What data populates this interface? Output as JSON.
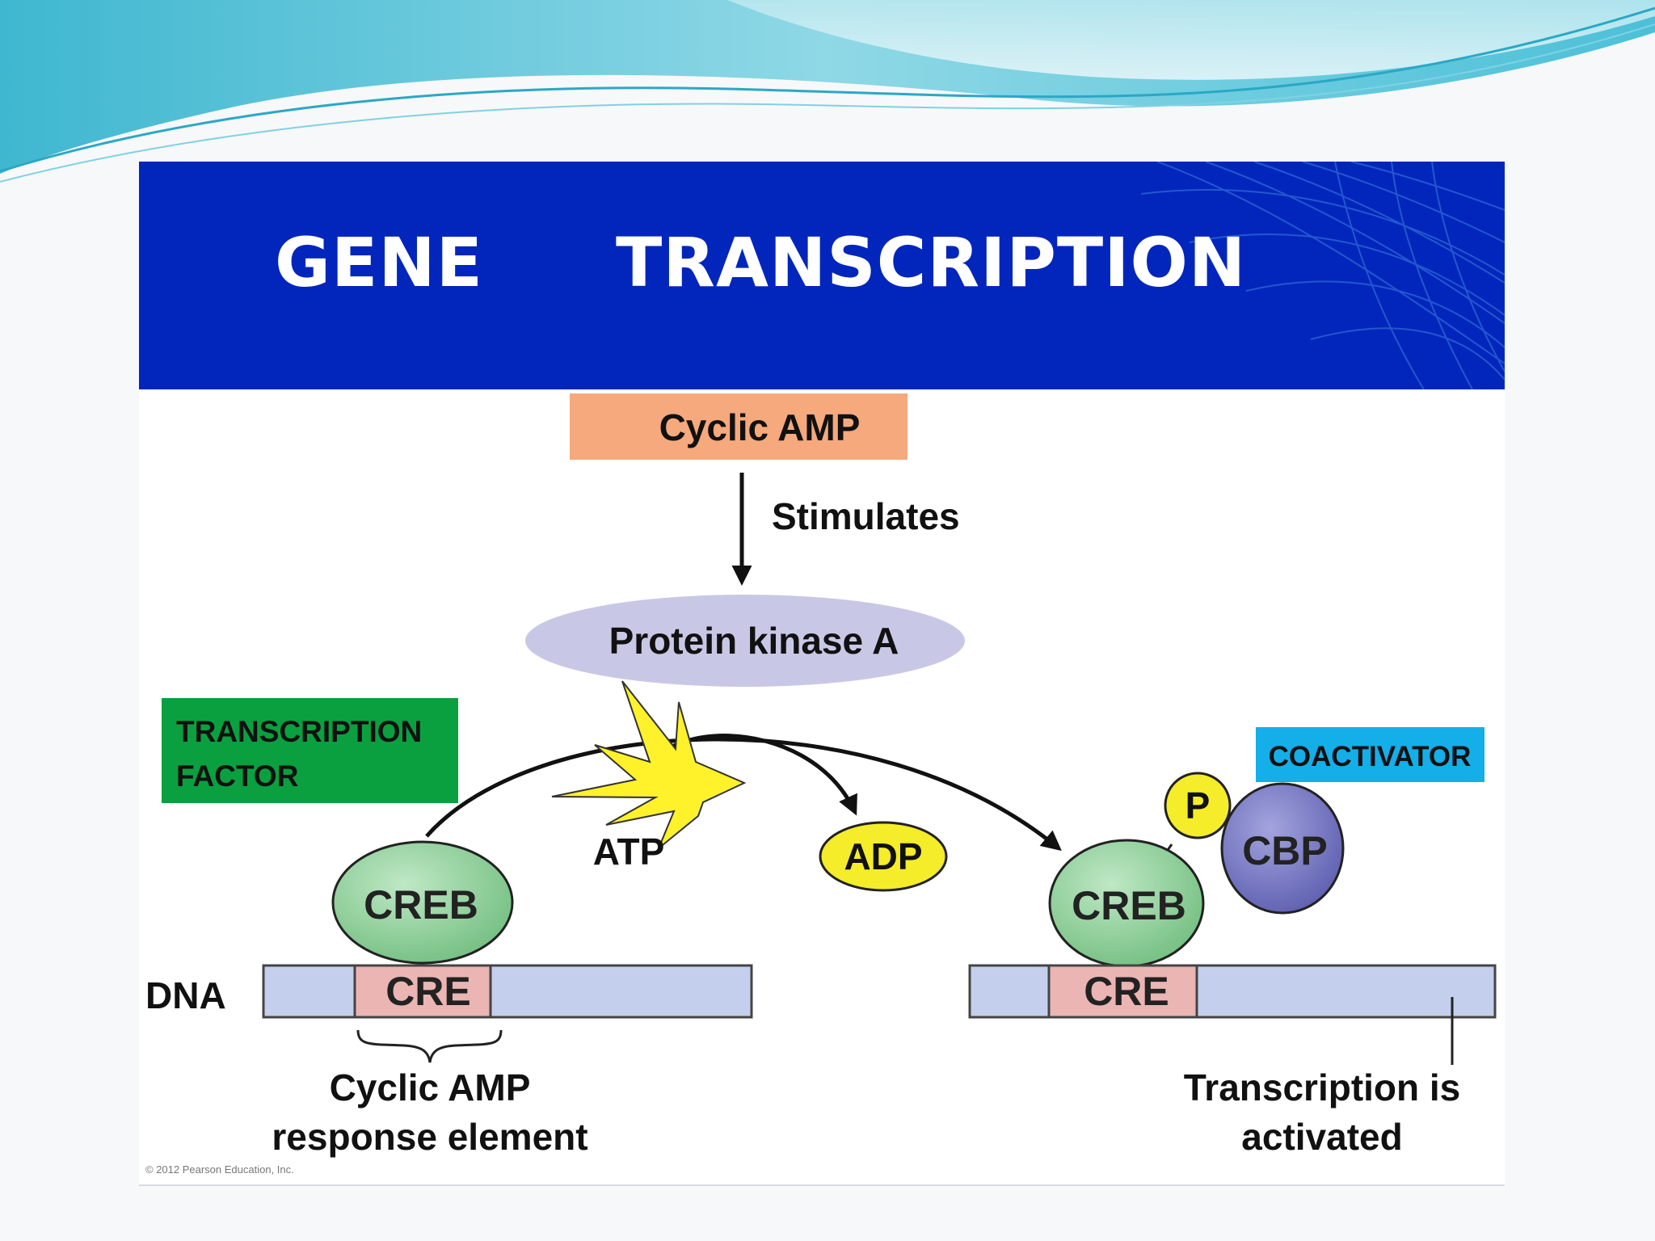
{
  "slide": {
    "title_word_1": "GENE",
    "title_word_2": "TRANSCRIPTION",
    "colors": {
      "banner": "#0226bc",
      "wave": "#5ec8dc"
    }
  },
  "diagram": {
    "cyclic_amp": "Cyclic AMP",
    "stimulates": "Stimulates",
    "protein_kinase_a": "Protein kinase A",
    "transcription_factor_line1": "TRANSCRIPTION",
    "transcription_factor_line2": "FACTOR",
    "coactivator": "COACTIVATOR",
    "atp": "ATP",
    "adp": "ADP",
    "p": "P",
    "cbp": "CBP",
    "creb_left": "CREB",
    "creb_right": "CREB",
    "dna": "DNA",
    "cre_left": "CRE",
    "cre_right": "CRE",
    "response_element_line1": "Cyclic AMP",
    "response_element_line2": "response element",
    "activated_line1": "Transcription is",
    "activated_line2": "activated",
    "copyright": "© 2012 Pearson Education, Inc.",
    "colors": {
      "cyclic_amp_box": "#f5a97c",
      "protein_kinase": "#c8c8e6",
      "transcription_factor_box": "#0aa040",
      "coactivator_box": "#14aee8",
      "creb": "#8dcf97",
      "atp_star": "#fff22a",
      "adp": "#f5ec2a",
      "cbp": "#7475c2",
      "dna": "#c3cfec",
      "cre": "#eab5b3"
    }
  }
}
